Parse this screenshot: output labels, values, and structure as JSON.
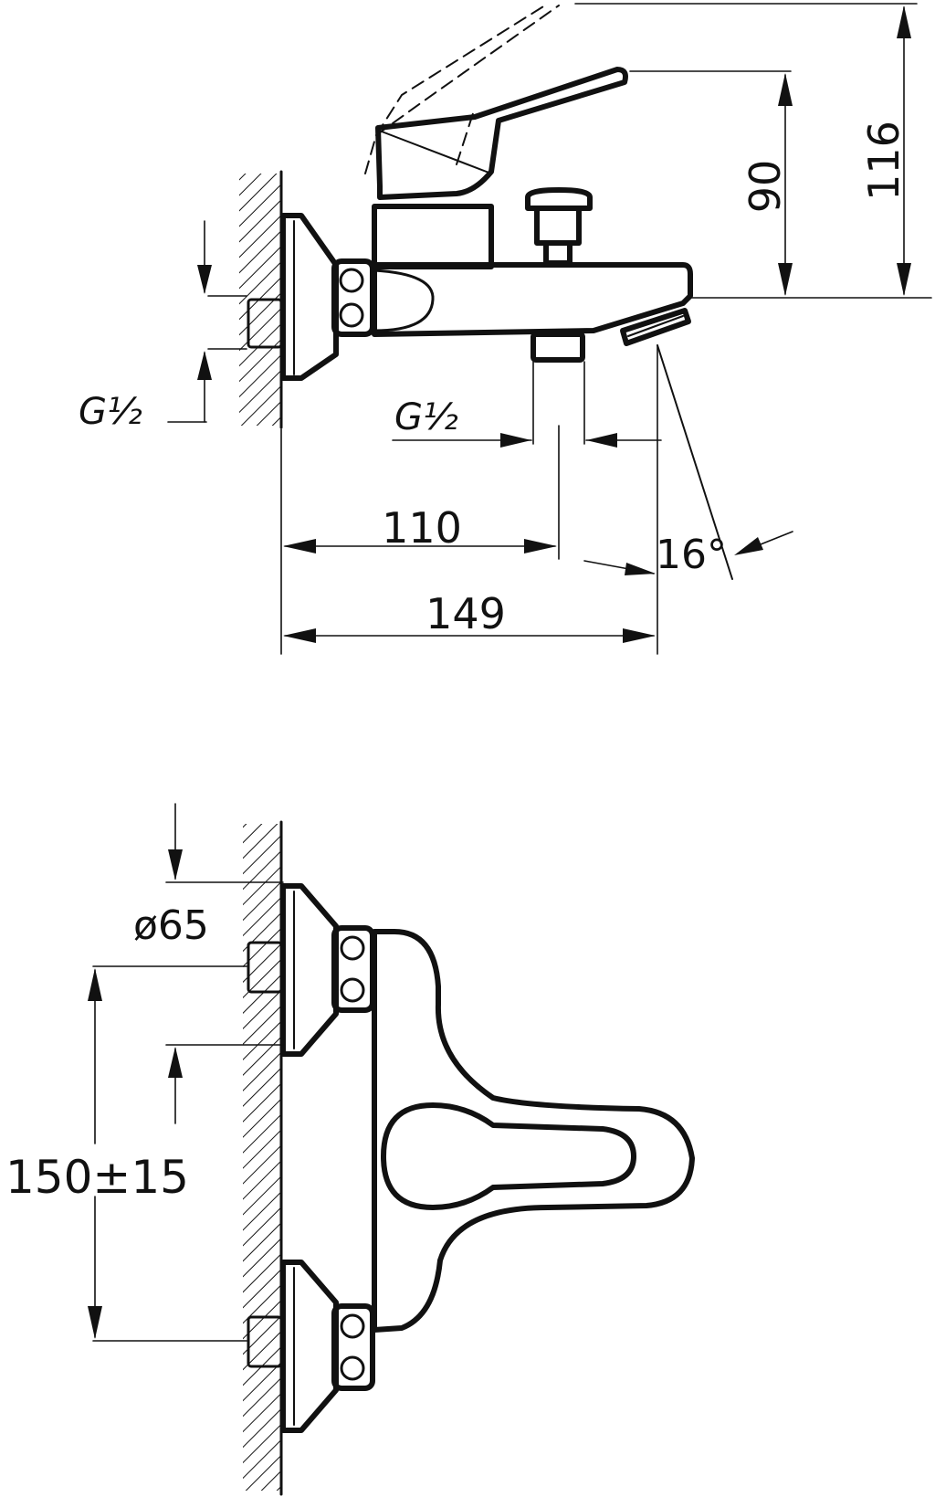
{
  "side_view": {
    "dim_width_total": "149",
    "dim_inlet_to_outlet": "110",
    "dim_height_lever_open": "116",
    "dim_height_lever_closed": "90",
    "thread_wall": "G½",
    "thread_outlet": "G½",
    "spout_angle": "16°"
  },
  "front_view": {
    "dim_escutcheon_diameter": "ø65",
    "dim_inlet_spacing": "150±15"
  },
  "colors": {
    "ink": "#111111",
    "paper": "#ffffff"
  }
}
